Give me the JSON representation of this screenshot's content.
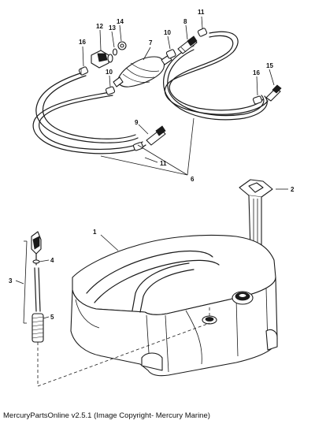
{
  "callouts": {
    "c1": "1",
    "c2": "2",
    "c3": "3",
    "c4": "4",
    "c5": "5",
    "c6": "6",
    "c7": "7",
    "c8": "8",
    "c9": "9",
    "c10a": "10",
    "c10b": "10",
    "c11a": "11",
    "c11b": "11",
    "c12": "12",
    "c13": "13",
    "c14": "14",
    "c15": "15",
    "c16a": "16",
    "c16b": "16"
  },
  "caption": "MercuryPartsOnline v2.5.1 (Image Copyright- Mercury Marine)"
}
